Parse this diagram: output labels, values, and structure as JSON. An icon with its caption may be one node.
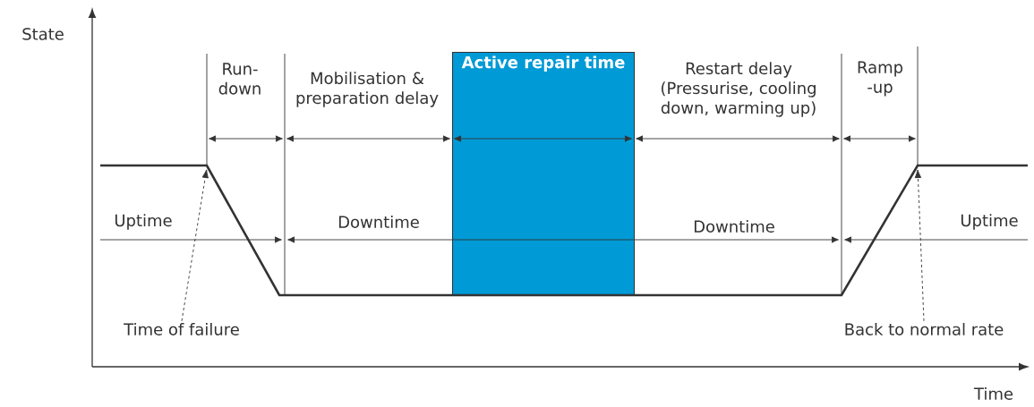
{
  "diagram": {
    "nodes": [
      {
        "text": [
          "Active repair time"
        ]
      },
      {
        "text": [
          "Time of failure"
        ]
      },
      {
        "text": [
          "Back to normal rate"
        ]
      }
    ],
    "edges": [
      {
        "from": 1,
        "to": null,
        "arrow": "to",
        "style": "dashed"
      },
      {
        "from": 2,
        "to": null,
        "arrow": "to",
        "style": "dashed"
      }
    ],
    "labels": [
      "State",
      "Run- down",
      "Mobilisation & preparation delay",
      "Restart delay (Pressurise, cooling down, warming up)",
      "Ramp -up",
      "Uptime",
      "Downtime",
      "Downtime",
      "Uptime",
      "Time"
    ]
  }
}
